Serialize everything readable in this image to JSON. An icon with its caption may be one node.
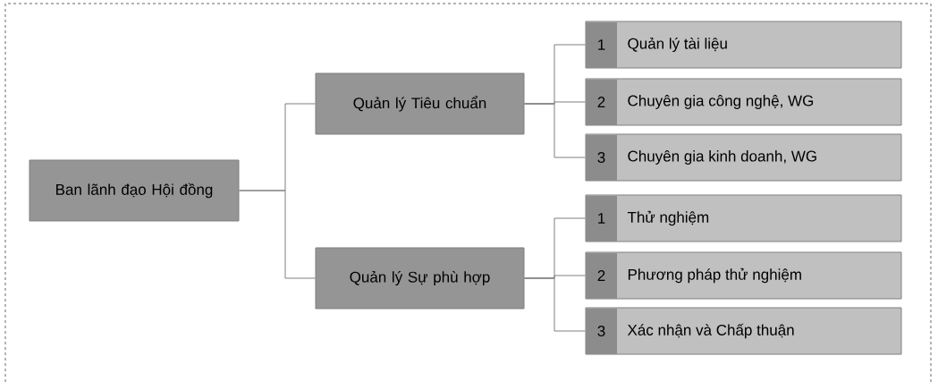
{
  "diagram": {
    "nodes": [
      {
        "text": [
          "Ban lãnh đạo Hội đồng"
        ]
      },
      {
        "text": [
          "Quản lý Tiêu chuẩn"
        ]
      },
      {
        "text": [
          "1",
          "Quản lý tài liệu"
        ]
      },
      {
        "text": [
          "2",
          "Chuyên gia công nghệ, WG"
        ]
      },
      {
        "text": [
          "3",
          "Chuyên gia kinh doanh, WG"
        ]
      },
      {
        "text": [
          "Quản lý Sự phù hợp"
        ]
      },
      {
        "text": [
          "1",
          "Thử nghiệm"
        ]
      },
      {
        "text": [
          "2",
          "Phương pháp thử nghiệm"
        ]
      },
      {
        "text": [
          "3",
          "Xác nhận và Chấp thuận"
        ]
      }
    ],
    "edges": [
      {
        "from": 0,
        "to": 1,
        "arrow": "none"
      },
      {
        "from": 0,
        "to": 5,
        "arrow": "none"
      },
      {
        "from": 1,
        "to": 2,
        "arrow": "none"
      },
      {
        "from": 1,
        "to": 3,
        "arrow": "none"
      },
      {
        "from": 1,
        "to": 4,
        "arrow": "none"
      },
      {
        "from": 5,
        "to": 6,
        "arrow": "none"
      },
      {
        "from": 5,
        "to": 7,
        "arrow": "none"
      },
      {
        "from": 5,
        "to": 8,
        "arrow": "none"
      }
    ]
  }
}
